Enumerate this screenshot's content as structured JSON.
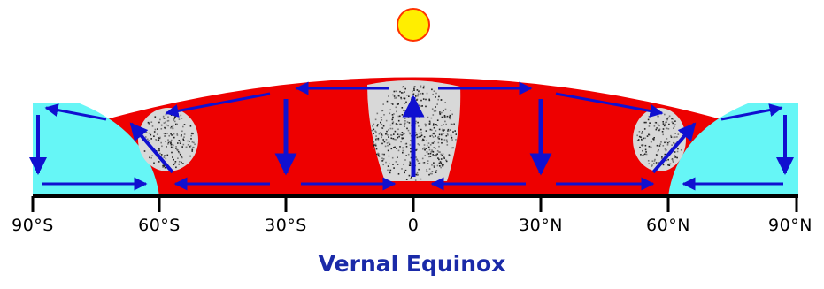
{
  "caption": "Vernal Equinox",
  "latitude_labels": [
    "90°S",
    "60°S",
    "30°S",
    "0",
    "30°N",
    "60°N",
    "90°N"
  ],
  "colors": {
    "sun_fill": "#ffee00",
    "sun_stroke": "#ff3300",
    "atmosphere_warm": "#ee0000",
    "polar_air": "#66f6f6",
    "arrow": "#1010d0",
    "caption": "#1a2aa8"
  },
  "icons": {
    "sun": "sun-icon",
    "clouds": "cloud-speckle"
  }
}
